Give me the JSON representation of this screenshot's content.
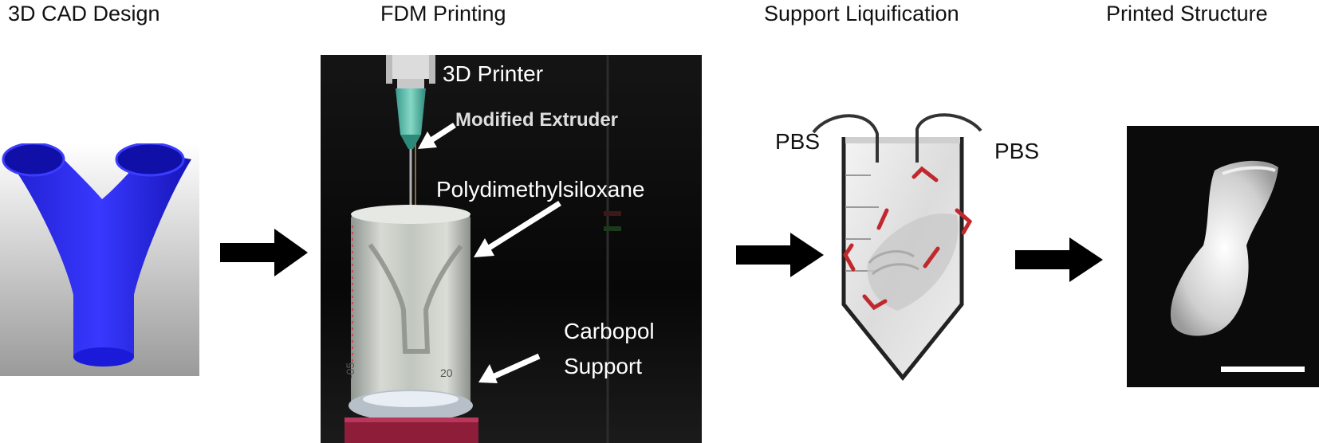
{
  "stages": [
    {
      "title": "3D CAD Design"
    },
    {
      "title": "FDM Printing"
    },
    {
      "title": "Support Liquification"
    },
    {
      "title": "Printed Structure"
    }
  ],
  "fdm_labels": {
    "printer": "3D Printer",
    "extruder": "Modified Extruder",
    "pdms": "Polydimethylsiloxane",
    "support_line1": "Carbopol",
    "support_line2": "Support",
    "beaker_mark": "-05",
    "beaker_mark2": "20"
  },
  "liquification_labels": {
    "pbs_left": "PBS",
    "pbs_right": "PBS"
  },
  "colors": {
    "cad_model": "#1a1ae6",
    "flow_arrow": "#000000",
    "red_dash": "#c0282d"
  }
}
